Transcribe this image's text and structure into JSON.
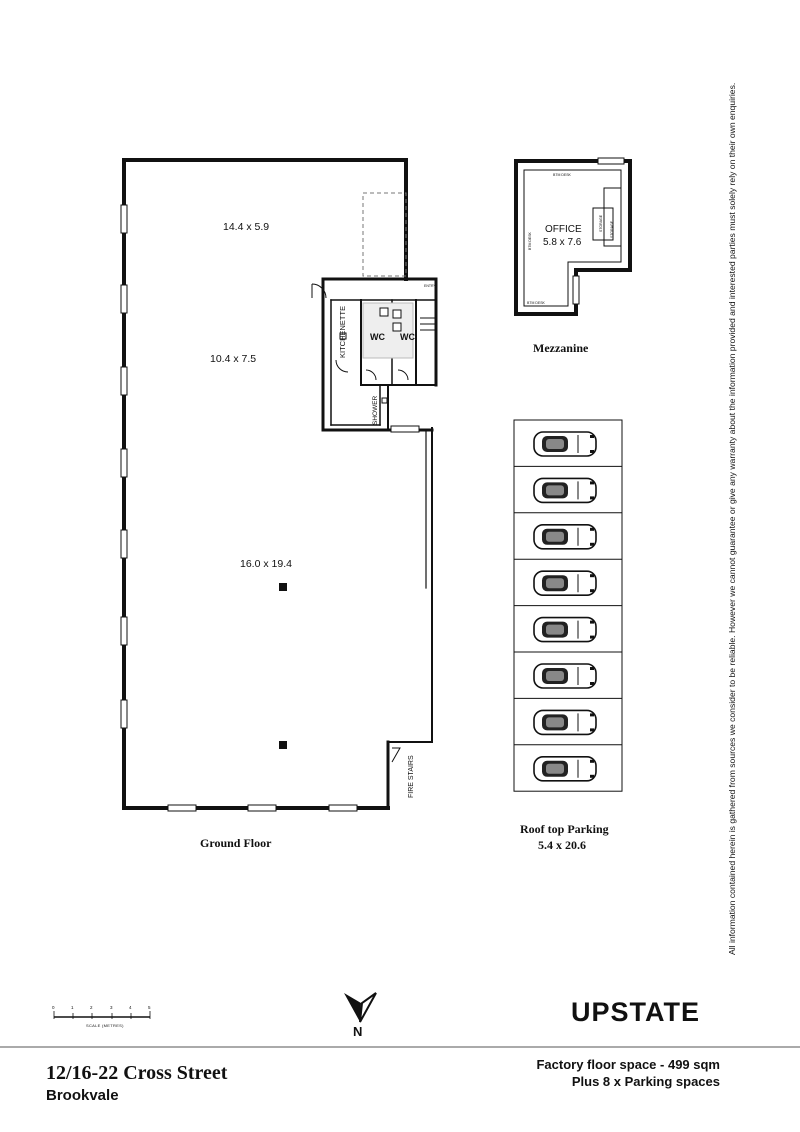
{
  "ground_floor": {
    "title": "Ground Floor",
    "rooms": [
      {
        "name": "area-front",
        "dims": "14.4 x 5.9"
      },
      {
        "name": "area-middle",
        "dims": "10.4 x 7.5"
      },
      {
        "name": "area-main",
        "dims": "16.0 x 19.4"
      }
    ],
    "labels": {
      "kitchenette": "KITCHENETTE",
      "wc1": "WC",
      "wc2": "WC",
      "shower": "SHOWER",
      "fire_stairs": "FIRE STAIRS",
      "entry": "ENTRY"
    }
  },
  "mezzanine": {
    "title": "Mezzanine",
    "office_label": "OFFICE",
    "office_dims": "5.8 x 7.6",
    "small_labels": [
      "BTM DESK",
      "BTM DESK",
      "BTM DESK",
      "STORAGE",
      "STORAGE"
    ]
  },
  "parking": {
    "title": "Roof top Parking",
    "dims": "5.4 x 20.6",
    "spaces": 8
  },
  "disclaimer": "All information contained herein is gathered from sources we consider to be reliable. However we cannot guarantee or give any warranty about the information provided and interested parties must solely rely on their own enquiries.",
  "scale": {
    "ticks": [
      "0",
      "1",
      "2",
      "3",
      "4",
      "5"
    ],
    "label": "SCALE (METRES)"
  },
  "north": "N",
  "brand": "UPSTATE",
  "footer": {
    "address": "12/16-22 Cross Street",
    "suburb": "Brookvale",
    "space_line1": "Factory floor space - 499 sqm",
    "space_line2": "Plus 8 x Parking spaces"
  },
  "colors": {
    "ink": "#111111",
    "line": "#555555"
  }
}
